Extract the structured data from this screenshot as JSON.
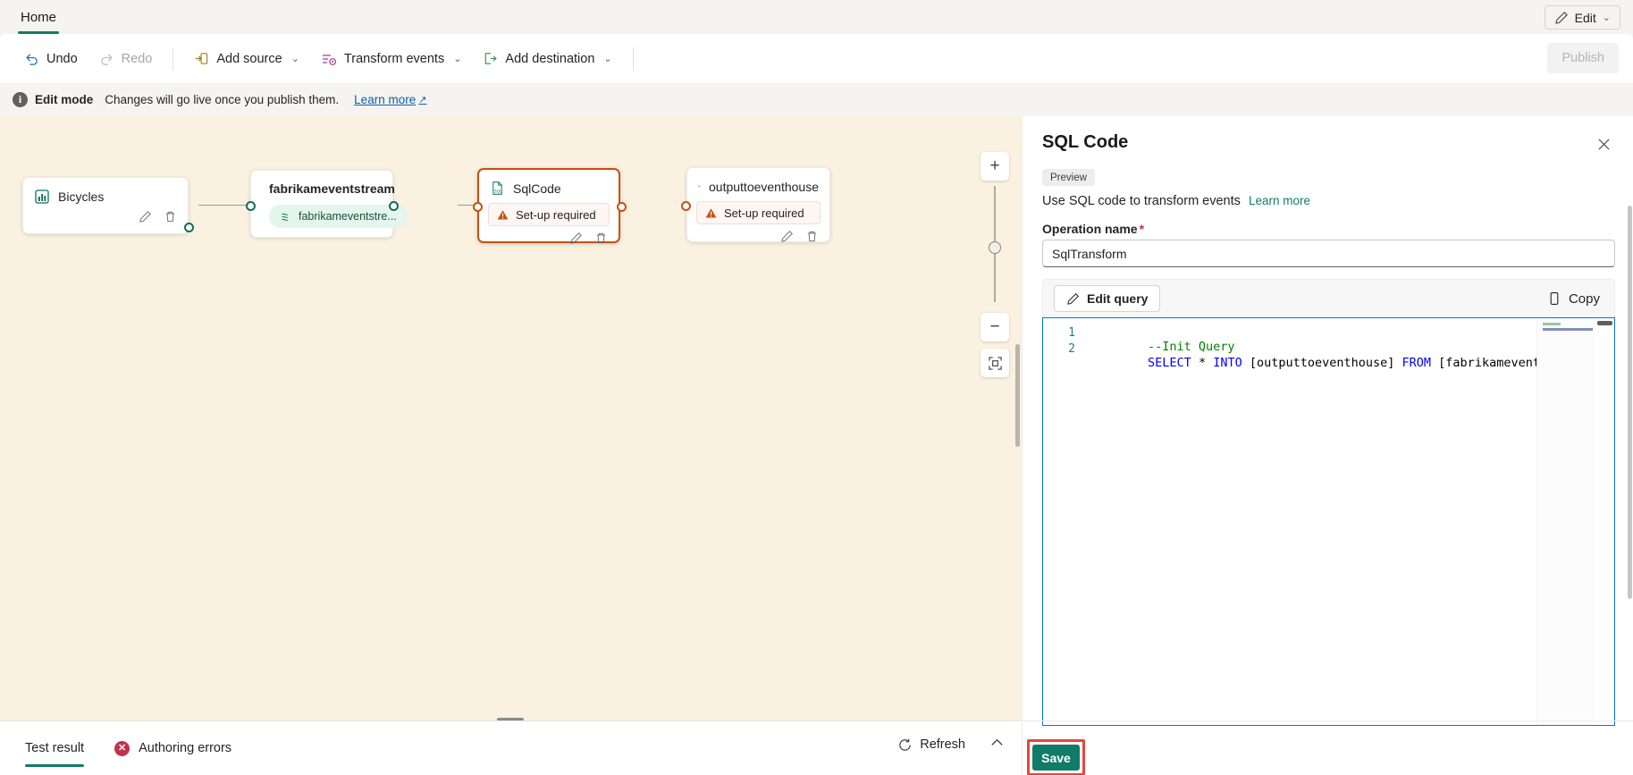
{
  "tabstrip": {
    "home_tab": "Home",
    "edit_button": "Edit",
    "chevron": "⌄"
  },
  "commandbar": {
    "undo": "Undo",
    "redo": "Redo",
    "add_source": "Add source",
    "transform_events": "Transform events",
    "add_destination": "Add destination",
    "publish": "Publish",
    "chevron": "⌄"
  },
  "infobar": {
    "icon_glyph": "i",
    "mode": "Edit mode",
    "message": "Changes will go live once you publish them.",
    "learn_more": "Learn more",
    "external_glyph": "↗"
  },
  "canvas": {
    "nodes": [
      {
        "title": "Bicycles",
        "icon": "chart-icon"
      },
      {
        "title": "fabrikameventstream",
        "pill": "fabrikameventstre...",
        "icon": "eventstream-icon"
      },
      {
        "title": "SqlCode",
        "status": "Set-up required",
        "icon": "sql-file-icon"
      },
      {
        "title": "outputtoeventhouse",
        "status": "Set-up required",
        "icon": "eventhouse-icon"
      }
    ],
    "warning_glyph": "⚠",
    "edit_glyph": "✏",
    "delete_glyph": "🗑",
    "zoom_in": "+",
    "zoom_out": "−",
    "fit_to_screen": "⛶"
  },
  "bottom": {
    "test_result_tab": "Test result",
    "authoring_errors_tab": "Authoring errors",
    "error_glyph": "✕",
    "refresh": "Refresh",
    "collapse_glyph": "⌃"
  },
  "panel": {
    "title": "SQL Code",
    "close_glyph": "✕",
    "preview_badge": "Preview",
    "description": "Use SQL code to transform events",
    "learn_more": "Learn more",
    "operation_name_label": "Operation name",
    "required_marker": "*",
    "operation_name_value": "SqlTransform",
    "edit_query_button": "Edit query",
    "copy_button": "Copy",
    "save_button": "Save",
    "editor": {
      "line_numbers": [
        "1",
        "2"
      ],
      "lines": [
        {
          "segments": [
            {
              "text": "--Init Query",
              "cls": "k-comment"
            }
          ]
        },
        {
          "segments": [
            {
              "text": "SELECT",
              "cls": "k-kw"
            },
            {
              "text": " * ",
              "cls": "k-op"
            },
            {
              "text": "INTO",
              "cls": "k-kw"
            },
            {
              "text": " [outputtoeventhouse] ",
              "cls": "k-op"
            },
            {
              "text": "FROM",
              "cls": "k-kw"
            },
            {
              "text": " [fabrikameventstr",
              "cls": "k-op"
            }
          ]
        }
      ],
      "full_text_line1": "--Init Query",
      "full_text_line2": "SELECT * INTO [outputtoeventhouse] FROM [fabrikameventstr"
    }
  },
  "colors": {
    "accent_teal": "#107c67",
    "canvas_bg": "#faf1e0",
    "selected_border": "#c8500f",
    "highlight_red": "#e8453c",
    "error_red": "#c4314b",
    "editor_border": "#0078d4"
  }
}
